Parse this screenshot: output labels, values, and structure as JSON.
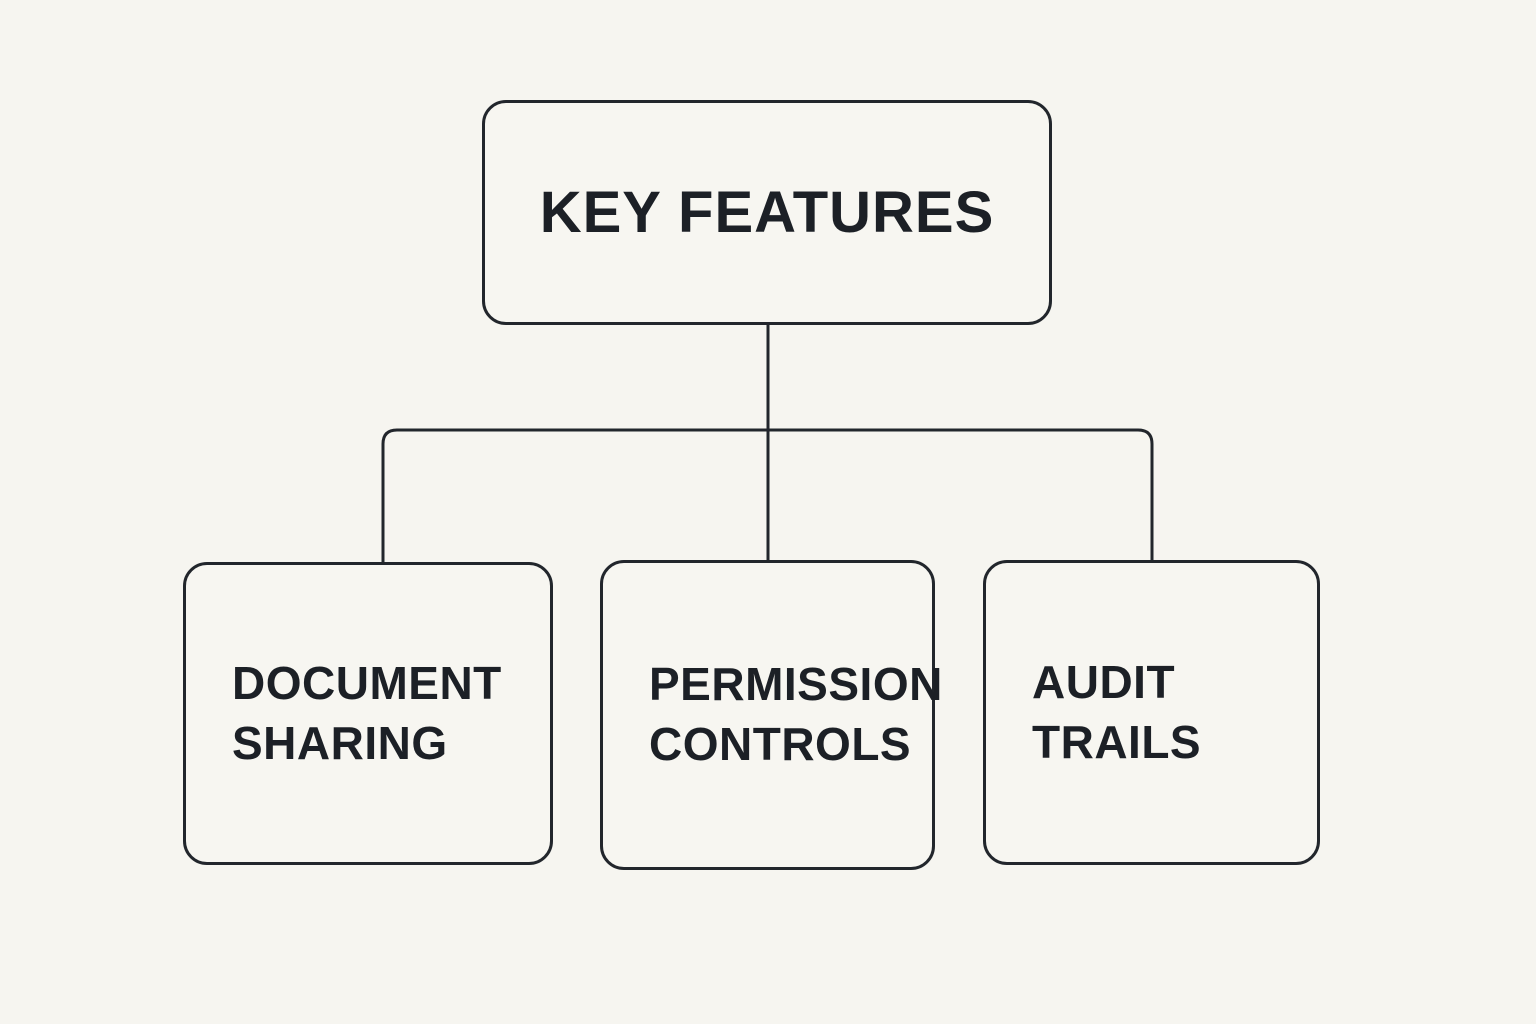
{
  "diagram": {
    "title": "KEY FEATURES",
    "root": {
      "label": "KEY FEATURES"
    },
    "children": [
      {
        "label": "DOCUMENT SHARING"
      },
      {
        "label": "PERMISSION CONTROLS"
      },
      {
        "label": "AUDIT TRAILS"
      }
    ]
  },
  "colors": {
    "background": "#f6f5f0",
    "box_fill": "#f7f6f1",
    "border": "#22262c",
    "text": "#1c2026"
  }
}
